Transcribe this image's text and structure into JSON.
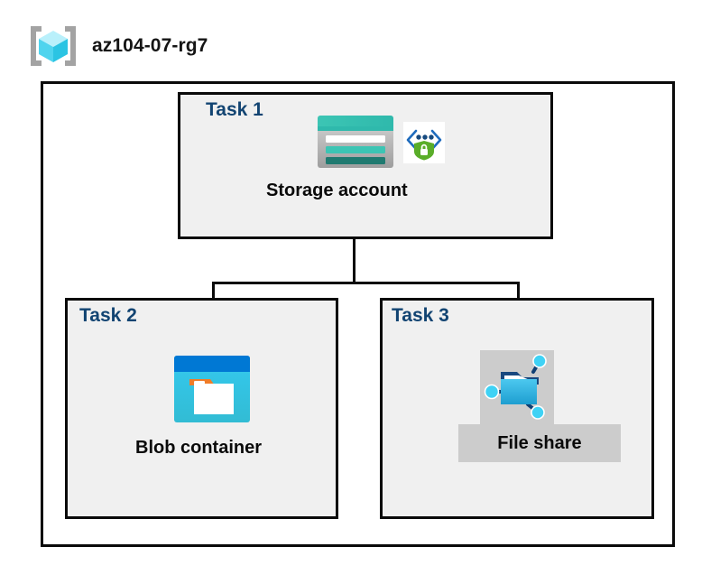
{
  "diagram": {
    "type": "azure-architecture",
    "resource_group": {
      "name": "az104-07-rg7",
      "icon": "resource-group-icon"
    },
    "tasks": [
      {
        "id": "task1",
        "label": "Task 1",
        "node_label": "Storage account",
        "icons": [
          "storage-account-icon",
          "private-link-icon"
        ]
      },
      {
        "id": "task2",
        "label": "Task 2",
        "node_label": "Blob container",
        "icons": [
          "blob-container-icon"
        ]
      },
      {
        "id": "task3",
        "label": "Task 3",
        "node_label": "File share",
        "icons": [
          "file-share-icon"
        ]
      }
    ],
    "connections": [
      {
        "from": "Storage account",
        "to": "Blob container"
      },
      {
        "from": "Storage account",
        "to": "File share"
      }
    ],
    "colors": {
      "task_label": "#124472",
      "node_label": "#0a0a0a",
      "panel_fill": "#f0f0f0",
      "panel_border": "#0a0a0a",
      "highlight_fill": "#cccccc",
      "storage_teal": "#37bfb0",
      "storage_teal_dark": "#1f7a70",
      "blob_blue": "#0078d4",
      "blob_cyan": "#32c5e6",
      "fileshare_blue": "#32b5e6",
      "shield_green": "#5aad29",
      "link_blue": "#1d6bbd",
      "cube_cyan": "#7fe3f7",
      "bracket_gray": "#a3a3a3"
    }
  }
}
